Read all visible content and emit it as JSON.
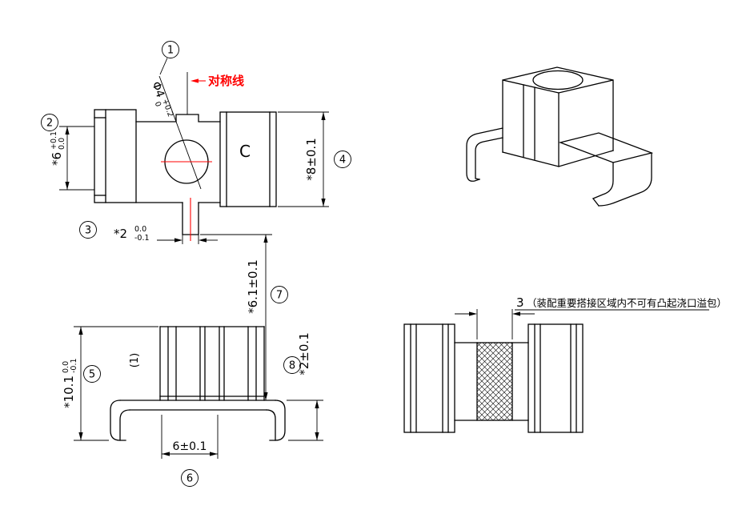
{
  "colors": {
    "line": "#000000",
    "accent": "#ff0000",
    "background": "#ffffff"
  },
  "balloons": {
    "b1": "1",
    "b2": "2",
    "b3": "3",
    "b4": "4",
    "b5": "5",
    "b6": "6",
    "b7": "7",
    "b8": "8"
  },
  "front_view": {
    "symmetry_label": "对称线",
    "cavity_letter": "C",
    "dim_phi4": {
      "value": "Φ4",
      "tol_upper": "+0.2",
      "tol_lower": "0"
    },
    "dim_width6": {
      "value": "*6",
      "tol_upper": "+0.1",
      "tol_lower": "0.0"
    },
    "dim_tab2": {
      "value": "*2",
      "tol_upper": "0.0",
      "tol_lower": "-0.1"
    },
    "dim_height8": "*8±0.1"
  },
  "linking_dims": {
    "dim_span": "*6.1±0.1",
    "dim_leg": "*2±0.1"
  },
  "bottom_view": {
    "dim_height": {
      "value": "*10.1",
      "tol_upper": "0.0",
      "tol_lower": "-0.1"
    },
    "ref_label": "(1)",
    "dim_width": "6±0.1"
  },
  "side_view": {
    "dim_gap": "3",
    "note": "（装配重要搭接区域内不可有凸起浇口溢包）"
  }
}
